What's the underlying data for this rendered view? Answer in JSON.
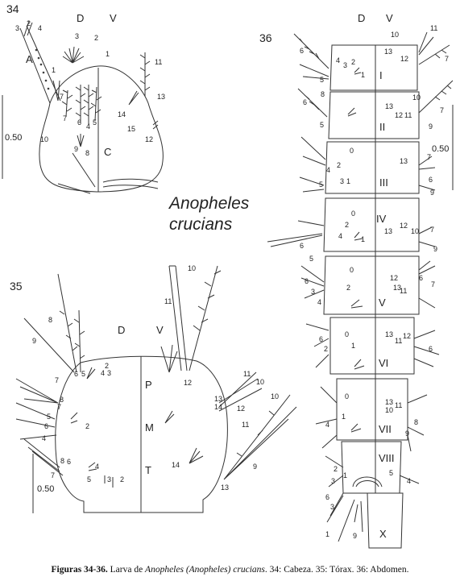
{
  "title_lines": [
    "Anopheles",
    "crucians"
  ],
  "figures": {
    "head": {
      "number": "34",
      "dorsal": "D",
      "ventral": "V",
      "antenna": "A",
      "clypeus": "C",
      "scale": "0.50",
      "setae": [
        "1",
        "2",
        "3",
        "4",
        "5",
        "6",
        "7",
        "8",
        "9",
        "10",
        "11",
        "12",
        "13",
        "14",
        "15"
      ]
    },
    "thorax": {
      "number": "35",
      "dorsal": "D",
      "ventral": "V",
      "scale": "0.50",
      "segments": [
        "P",
        "M",
        "T"
      ],
      "setae": [
        "1",
        "2",
        "3",
        "4",
        "5",
        "6",
        "7",
        "8",
        "9",
        "10",
        "11",
        "12",
        "13",
        "14"
      ]
    },
    "abdomen": {
      "number": "36",
      "dorsal": "D",
      "ventral": "V",
      "scale": "0.50",
      "segments": [
        "I",
        "II",
        "III",
        "IV",
        "V",
        "VI",
        "VII",
        "VIII",
        "X"
      ],
      "setae": [
        "0",
        "1",
        "2",
        "3",
        "4",
        "5",
        "6",
        "7",
        "8",
        "9",
        "10",
        "11",
        "12",
        "13"
      ]
    }
  },
  "caption": {
    "bold": "Figuras 34-36.",
    "text1": " Larva de ",
    "italic": "Anopheles (Anopheles) crucians",
    "text2": ". 34: Cabeza. 35: Tórax. 36: Abdomen."
  }
}
